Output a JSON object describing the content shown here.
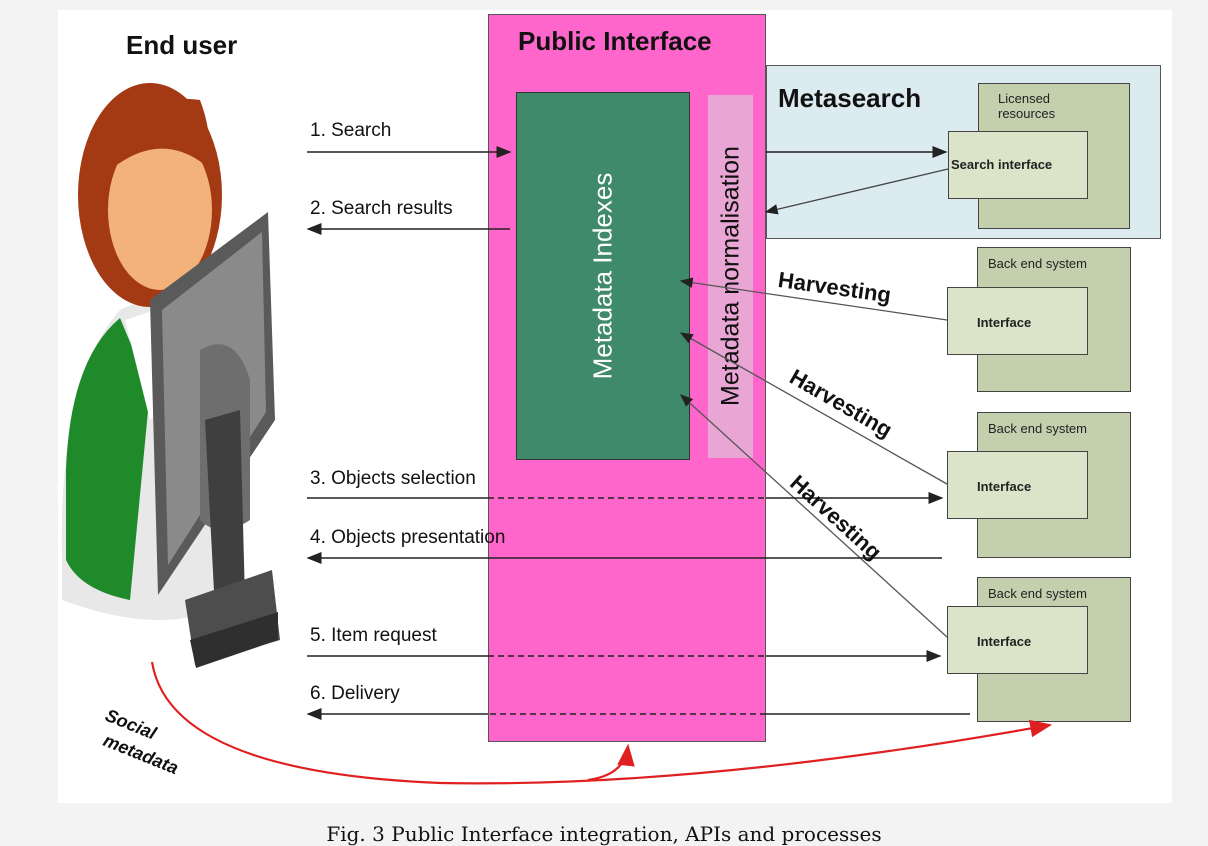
{
  "end_user_title": "End user",
  "public_interface": {
    "title": "Public Interface",
    "indexes_label": "Metadata Indexes",
    "normalisation_label": "Metadata normalisation"
  },
  "metasearch": {
    "title": "Metasearch",
    "licensed_caption": "Licensed resources",
    "search_interface_label": "Search interface"
  },
  "backend_systems": [
    {
      "caption": "Back end system",
      "interface_label": "Interface"
    },
    {
      "caption": "Back end system",
      "interface_label": "Interface"
    },
    {
      "caption": "Back end system",
      "interface_label": "Interface"
    }
  ],
  "harvesting_labels": [
    "Harvesting",
    "Harvesting",
    "Harvesting"
  ],
  "steps": [
    "1. Search",
    "2. Search results",
    "3. Objects selection",
    "4. Objects presentation",
    "5. Item request",
    "6. Delivery"
  ],
  "social_metadata": [
    "Social",
    "metadata"
  ],
  "figure_caption": "Fig. 3 Public Interface integration, APIs and processes",
  "colors": {
    "public_interface": "#ff66cc",
    "metadata_indexes": "#3f8a6a",
    "normalisation": "#e9a6d4",
    "metasearch_bg": "#dcebf0",
    "system_box": "#c4cfae",
    "social_arrow": "#e02020"
  },
  "icons": [
    "end-user-person-icon",
    "computer-monitor-icon"
  ]
}
